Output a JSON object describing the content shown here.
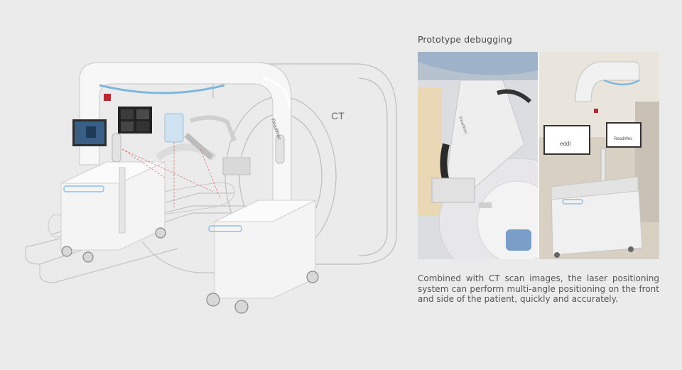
{
  "illustration": {
    "ct_label": "CT",
    "brand_text": "ReadWec"
  },
  "section": {
    "title": "Prototype debugging"
  },
  "photos": {
    "left_photo_label": "ReadWec",
    "right_monitor_left_text": "eddl",
    "right_monitor_right_text": "ReadWec"
  },
  "caption": {
    "text": "Combined with CT scan images, the laser positioning system can perform multi-angle positioning on the front and side of the patient, quickly and accurately."
  },
  "colors": {
    "background": "#ebebeb",
    "accent_blue": "#7fb6de",
    "laser_red": "#d9534f"
  }
}
